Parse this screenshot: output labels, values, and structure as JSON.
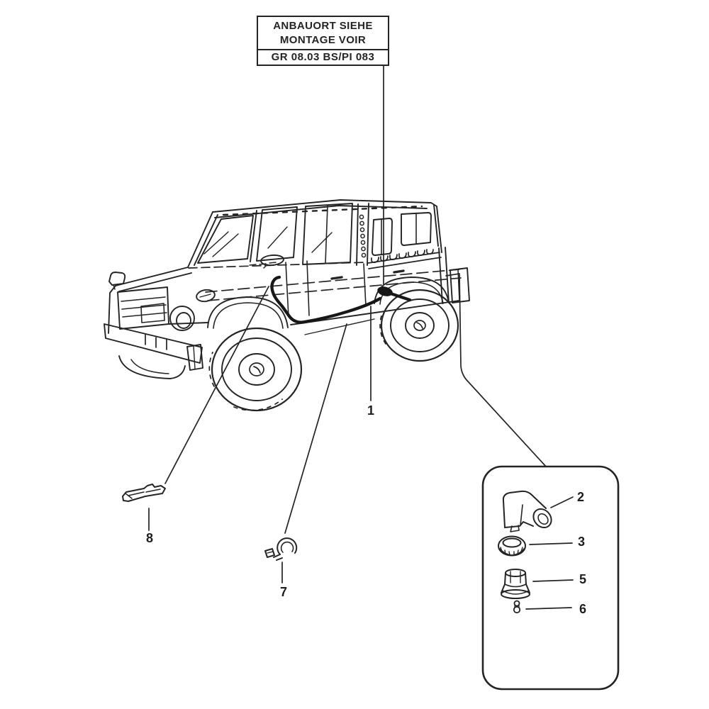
{
  "note_box": {
    "line1": "ANBAUORT SIEHE",
    "line2": "MONTAGE VOIR",
    "line3": "GR 08.03 BS/PI 083"
  },
  "callouts": {
    "part1": "1",
    "part2": "2",
    "part3": "3",
    "part5": "5",
    "part6": "6",
    "part7": "7",
    "part8": "8"
  },
  "colors": {
    "ink": "#242424",
    "paper": "#ffffff"
  }
}
